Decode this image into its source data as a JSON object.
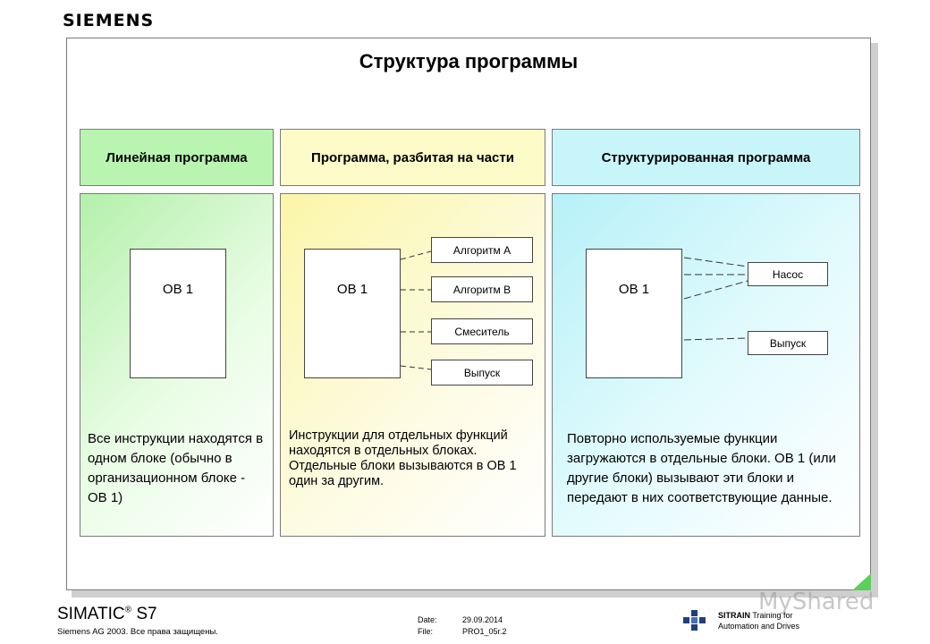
{
  "logo": "SIEMENS",
  "title": "Структура программы",
  "columns": {
    "linear": {
      "header": "Линейная программа",
      "ob": "OB 1",
      "description": "Все инструкции находятся в одном блоке (обычно в организационном блоке - OB 1)"
    },
    "partitioned": {
      "header": "Программа, разбитая на части",
      "ob": "OB 1",
      "blocks": [
        "Алгоритм А",
        "Алгоритм B",
        "Смеситель",
        "Выпуск"
      ],
      "description": "Инструкции для отдельных функций находятся в отдельных блоках.   Отдельные блоки вызываются в OB 1 один за другим."
    },
    "structured": {
      "header": "Структурированная программа",
      "ob": "OB 1",
      "blocks": [
        "Насос",
        "Выпуск"
      ],
      "description": "Повторно используемые функции загружаются в отдельные блоки. OB 1 (или другие блоки) вызывают эти блоки и передают в них соответствующие данные."
    }
  },
  "footer": {
    "product": "SIMATIC",
    "product_reg": "®",
    "product_suffix": "S7",
    "copyright": "Siemens AG 2003. Все права защищены.",
    "date_label": "Date:",
    "date_value": "29.09.2014",
    "file_label": "File:",
    "file_value": "PRO1_05r.2",
    "sitrain_name": "SITRAIN",
    "sitrain_line1": "Training for",
    "sitrain_line2": "Automation and Drives",
    "watermark": "MyShared"
  },
  "colors": {
    "green": "#b9f5b0",
    "yellow": "#fdfbc8",
    "cyan": "#c8f5fa",
    "corner": "#5ad05a",
    "sitrain": "#1f3f7a"
  }
}
